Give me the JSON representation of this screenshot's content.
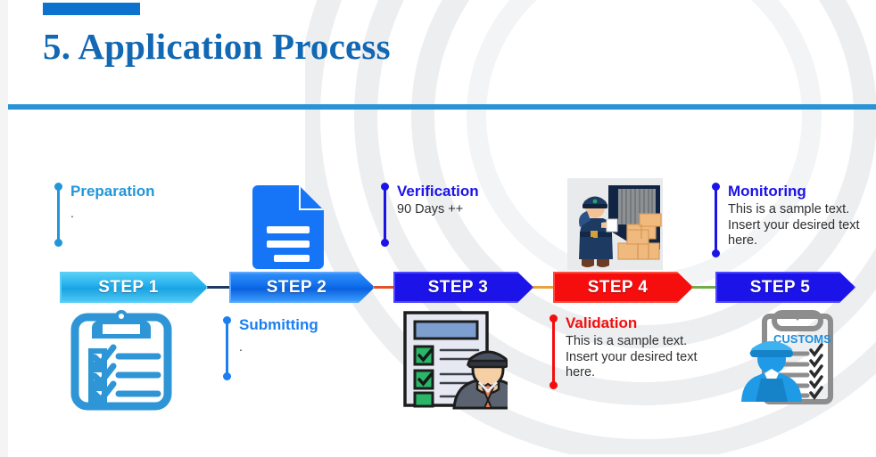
{
  "header": {
    "title": "5. Application Process",
    "accent_color": "#0c72ce",
    "rule_color": "#2a93d5"
  },
  "process": {
    "steps": [
      {
        "label": "STEP 1",
        "color": "#29b3ee"
      },
      {
        "label": "STEP 2",
        "color": "#0b61e0"
      },
      {
        "label": "STEP 3",
        "color": "#1c13e8"
      },
      {
        "label": "STEP 4",
        "color": "#f60d0d"
      },
      {
        "label": "STEP 5",
        "color": "#1c13e8"
      }
    ],
    "connectors": [
      {
        "color": "#1f3864"
      },
      {
        "color": "#e2522a"
      },
      {
        "color": "#e8a33d"
      },
      {
        "color": "#70ad47"
      }
    ]
  },
  "callouts": {
    "preparation": {
      "title": "Preparation",
      "text": ".",
      "color": "#2296da"
    },
    "submitting": {
      "title": "Submitting",
      "text": ".",
      "color": "#1b7ff0"
    },
    "verification": {
      "title": "Verification",
      "text": "90 Days ++",
      "color": "#1b13e8"
    },
    "validation": {
      "title": "Validation",
      "text": "This is a sample text. Insert your desired text here.",
      "color": "#f40d0d"
    },
    "monitoring": {
      "title": "Monitoring",
      "text": "This is a sample text. Insert your desired text here.",
      "color": "#1b13e8"
    }
  },
  "icons": {
    "clipboard": "clipboard-checklist-icon",
    "document": "document-icon",
    "checklist": "checklist-officer-icon",
    "inspector": "customs-inspector-icon",
    "customs": "customs-officer-clipboard-icon",
    "customs_label": "CUSTOMS"
  }
}
